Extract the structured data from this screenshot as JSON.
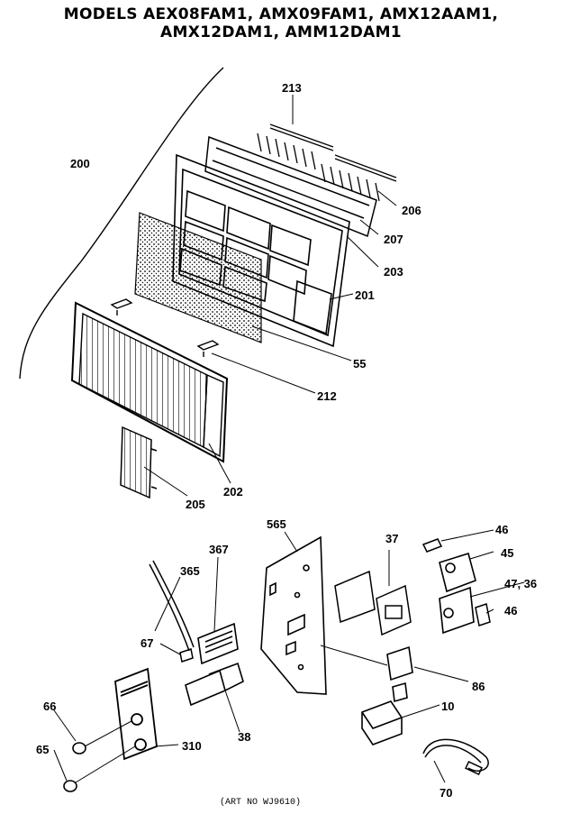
{
  "title_line1": "MODELS AEX08FAM1, AMX09FAM1, AMX12AAM1,",
  "title_line2": "AMX12DAM1, AMM12DAM1",
  "art_no": "(ART NO WJ9610)",
  "parts": {
    "p213": "213",
    "p200": "200",
    "p206": "206",
    "p207": "207",
    "p203": "203",
    "p201": "201",
    "p55": "55",
    "p212": "212",
    "p202": "202",
    "p205": "205",
    "p565": "565",
    "p37": "37",
    "p46a": "46",
    "p45": "45",
    "p4736": "47, 36",
    "p46b": "46",
    "p367": "367",
    "p365": "365",
    "p67": "67",
    "p86": "86",
    "p66": "66",
    "p10": "10",
    "p38": "38",
    "p310": "310",
    "p65": "65",
    "p70": "70"
  }
}
